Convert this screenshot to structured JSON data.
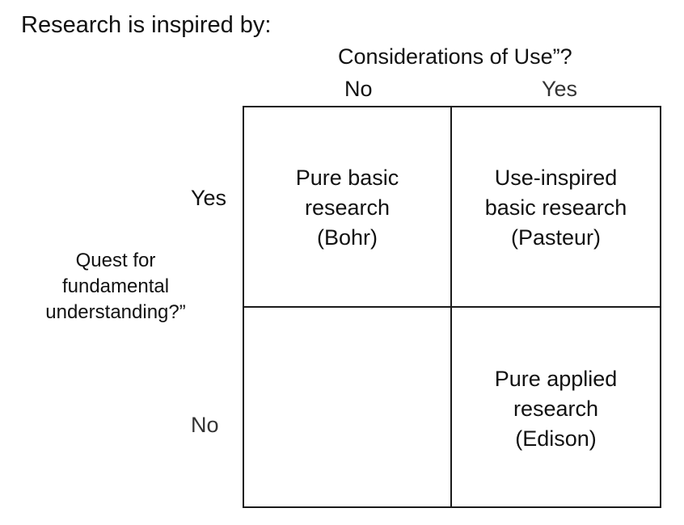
{
  "title": "Research is inspired by:",
  "column_axis": {
    "label": "Considerations of Use”?",
    "no": "No",
    "yes": "Yes"
  },
  "row_axis": {
    "lines": [
      "Quest for",
      "fundamental",
      "understanding?”"
    ],
    "yes": "Yes",
    "no": "No"
  },
  "quadrants": {
    "yes_no": {
      "lines": [
        "Pure basic",
        "research",
        "(Bohr)"
      ]
    },
    "yes_yes": {
      "lines": [
        "Use-inspired",
        "basic research",
        "(Pasteur)"
      ]
    },
    "no_no": {
      "lines": []
    },
    "no_yes": {
      "lines": [
        "Pure applied",
        "research",
        "(Edison)"
      ]
    }
  }
}
